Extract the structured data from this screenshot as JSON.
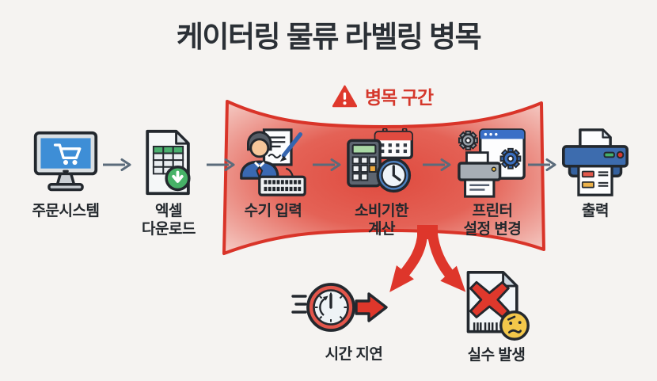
{
  "title": "케이터링 물류 라벨링 병목",
  "bottleneck": {
    "label": "병목 구간",
    "warning_icon": "warning-triangle-icon"
  },
  "flow": {
    "steps": [
      {
        "id": "order-system",
        "lines": [
          "주문시스템"
        ],
        "icon": "order-monitor-cart-icon",
        "in_bottleneck": false
      },
      {
        "id": "excel-download",
        "lines": [
          "엑셀",
          "다운로드"
        ],
        "icon": "excel-file-download-icon",
        "in_bottleneck": false
      },
      {
        "id": "manual-entry",
        "lines": [
          "수기 입력"
        ],
        "icon": "manual-entry-person-icon",
        "in_bottleneck": true
      },
      {
        "id": "expiry-calc",
        "lines": [
          "소비기한",
          "계산"
        ],
        "icon": "expiry-calculator-clock-icon",
        "in_bottleneck": true
      },
      {
        "id": "printer-settings",
        "lines": [
          "프린터",
          "설정 변경"
        ],
        "icon": "printer-settings-gears-icon",
        "in_bottleneck": true
      },
      {
        "id": "print-output",
        "lines": [
          "출력"
        ],
        "icon": "label-printer-output-icon",
        "in_bottleneck": false
      }
    ]
  },
  "outcomes": [
    {
      "id": "time-delay",
      "label": "시간 지연",
      "icon": "time-delay-clock-icon"
    },
    {
      "id": "error-occurrence",
      "label": "실수 발생",
      "icon": "error-document-face-icon"
    }
  ],
  "colors": {
    "background": "#f5f3f1",
    "title_text": "#2b3036",
    "bottleneck_border": "#d93429",
    "bottleneck_fill_center": "#df4a3e",
    "bottleneck_fill_edge": "#f6d2cc",
    "bottleneck_label_text": "#d5382c",
    "fork_arrow_red": "#de362b",
    "flow_arrow_slate": "#5b6b7b",
    "label_text": "#23282d"
  }
}
